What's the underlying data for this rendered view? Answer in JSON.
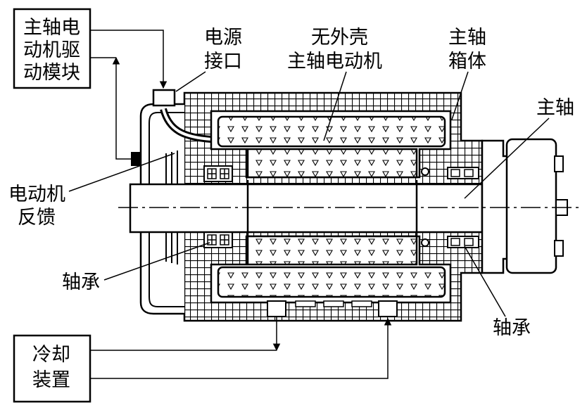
{
  "labels": {
    "drive_module": [
      "主轴电",
      "动机驱",
      "动模块"
    ],
    "power_port": [
      "电源",
      "接口"
    ],
    "motor": [
      "无外壳",
      "主轴电动机"
    ],
    "housing": [
      "主轴",
      "箱体"
    ],
    "spindle": "主轴",
    "feedback": [
      "电动机",
      "反馈"
    ],
    "bearing_left": "轴承",
    "bearing_right": "轴承",
    "cooling": [
      "冷却",
      "装置"
    ]
  }
}
